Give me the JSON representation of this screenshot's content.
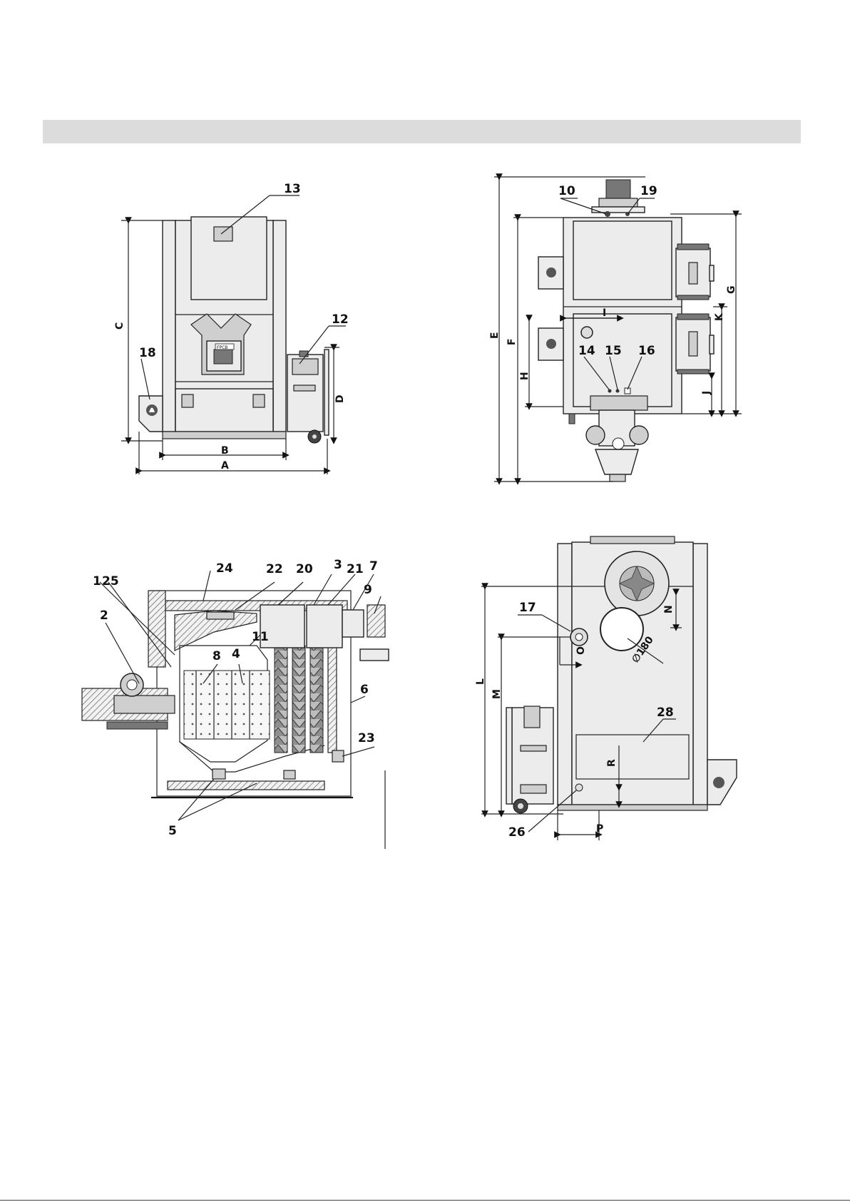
{
  "header": {
    "title": ""
  },
  "views": {
    "front": {
      "part_labels": [
        "13",
        "12",
        "18"
      ],
      "dimension_labels": [
        "A",
        "B",
        "C",
        "D"
      ],
      "device_badge": "FPCB"
    },
    "side": {
      "part_labels": [
        "10",
        "19",
        "14",
        "15",
        "16"
      ],
      "dimension_labels": [
        "E",
        "F",
        "G",
        "H",
        "I",
        "J",
        "K"
      ]
    },
    "section": {
      "part_labels": [
        "1",
        "25",
        "2",
        "24",
        "22",
        "20",
        "3",
        "21",
        "7",
        "9",
        "11",
        "8",
        "4",
        "6",
        "23",
        "5"
      ]
    },
    "rear": {
      "part_labels": [
        "17",
        "28",
        "26"
      ],
      "dimension_labels": [
        "L",
        "M",
        "N",
        "O",
        "P",
        "R"
      ],
      "flue_diameter": "∅180"
    }
  },
  "colors": {
    "frame": "#222222",
    "panel": "#ececec",
    "header_bar": "#dcdcdc"
  },
  "icons": [
    "flame-logo-icon",
    "fan-icon",
    "wheel-icon"
  ]
}
